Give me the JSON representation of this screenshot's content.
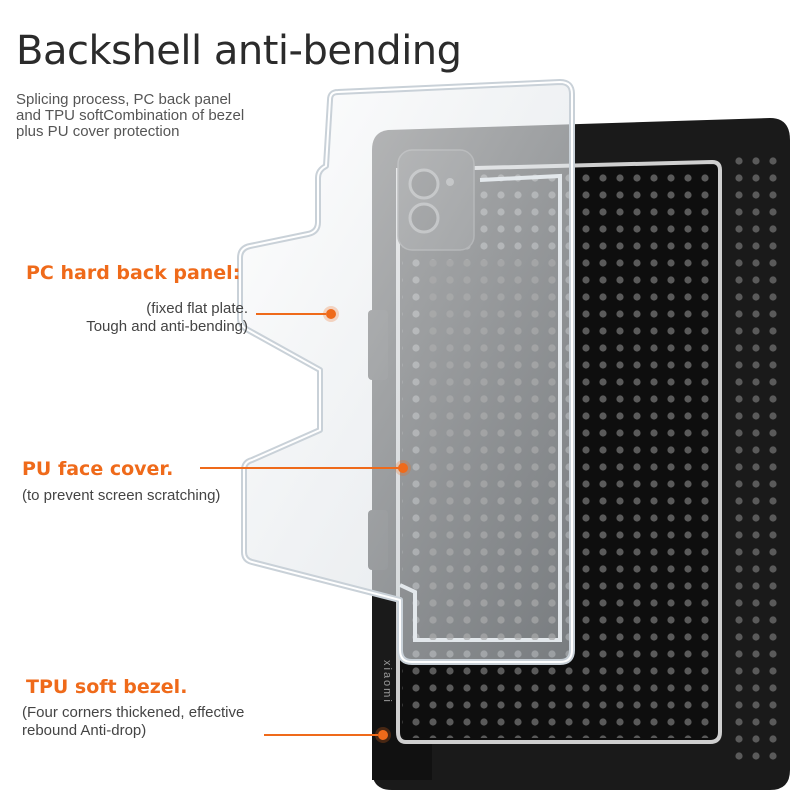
{
  "heading": {
    "title": "Backshell anti-bending",
    "intro_lines": [
      "Splicing process, PC back panel",
      "and TPU softCombination of bezel",
      "plus PU cover protection"
    ]
  },
  "callouts": {
    "pc": {
      "title": "PC hard back panel:",
      "lines": [
        "(fixed flat plate.",
        "Tough and anti-bending)"
      ]
    },
    "pu": {
      "title": "PU face cover.",
      "lines": [
        "(to prevent screen scratching)"
      ]
    },
    "tpu": {
      "title": "TPU soft bezel.",
      "lines": [
        "(Four corners thickened, effective",
        "rebound  Anti-drop)"
      ]
    }
  },
  "product": {
    "brand_text": "xiaomi"
  },
  "colors": {
    "accent": "#ef6a1a",
    "case_black": "#1a1a1a",
    "clear_shell": "#e9eef2"
  }
}
